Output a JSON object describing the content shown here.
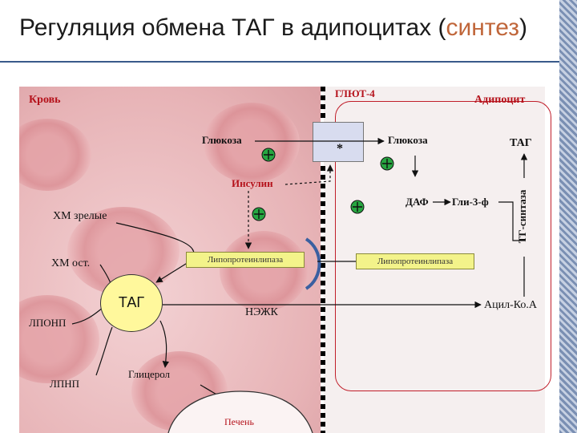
{
  "title": {
    "main": "Регуляция обмена ТАГ в адипоцитах (",
    "accent": "синтез",
    "close": ")"
  },
  "regions": {
    "blood": "Кровь",
    "adipocyte": "Адипоцит"
  },
  "labels": {
    "glut4": "ГЛЮТ-4",
    "glucose_blood": "Глюкоза",
    "glucose_cell": "Глюкоза",
    "transporter_mark": "*",
    "insulin": "Инсулин",
    "tag_cell": "ТАГ",
    "daf": "ДАФ",
    "gly3p": "Гли-3-ф",
    "tg_synthase": "ТГ-синтаза",
    "hm_mature": "ХМ зрелые",
    "hm_remnant": "ХМ ост.",
    "lpl_blood": "Липопротеинлипаза",
    "lpl_cell": "Липопротеинлипаза",
    "tag_blood": "ТАГ",
    "nefa": "НЭЖК",
    "acyl_coa": "Ацил-Ко.А",
    "vldl": "ЛПОНП",
    "ldl": "ЛПНП",
    "glycerol": "Глицерол",
    "liver": "Печень"
  },
  "colors": {
    "title_accent": "#c0663a",
    "membrane_red": "#c01e2a",
    "activation_green": "#27a641",
    "lipase_yellow": "#f3f38a",
    "tag_yellow": "#fff89c",
    "bracket_blue": "#3a5fa0"
  }
}
